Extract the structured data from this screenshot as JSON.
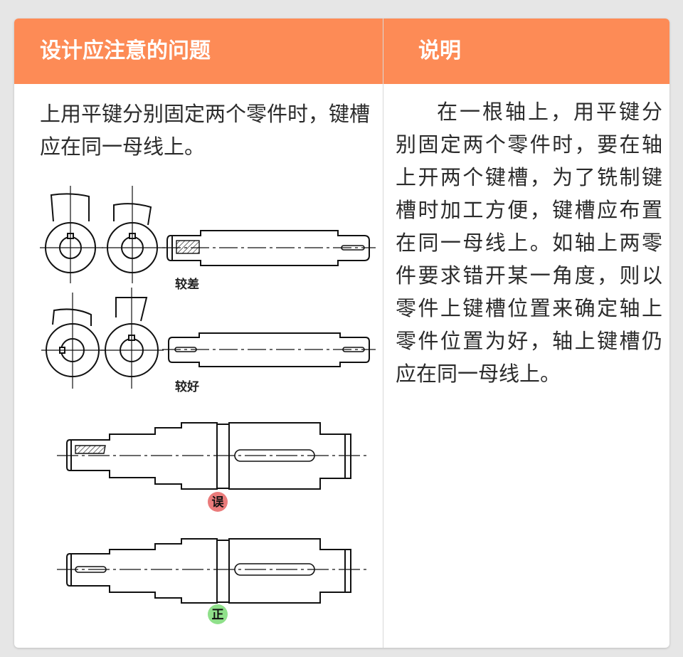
{
  "header": {
    "col1": "设计应注意的问题",
    "col2": "说明"
  },
  "left": {
    "description": "上用平键分别固定两个零件时，键槽应在同一母线上。",
    "label_bad": "较差",
    "label_good": "较好",
    "badge_wrong": "误",
    "badge_right": "正"
  },
  "right": {
    "explanation": "在一根轴上，用平键分别固定两个零件时，要在轴上开两个键槽，为了铣制键槽时加工方便，键槽应布置在同一母线上。如轴上两零件要求错开某一角度，则以零件上键槽位置来确定轴上零件位置为好，轴上键槽仍应在同一母线上。"
  },
  "colors": {
    "header_bg": "#fd8b56",
    "badge_wrong": "#ea7b7b",
    "badge_right": "#8fe08a"
  }
}
